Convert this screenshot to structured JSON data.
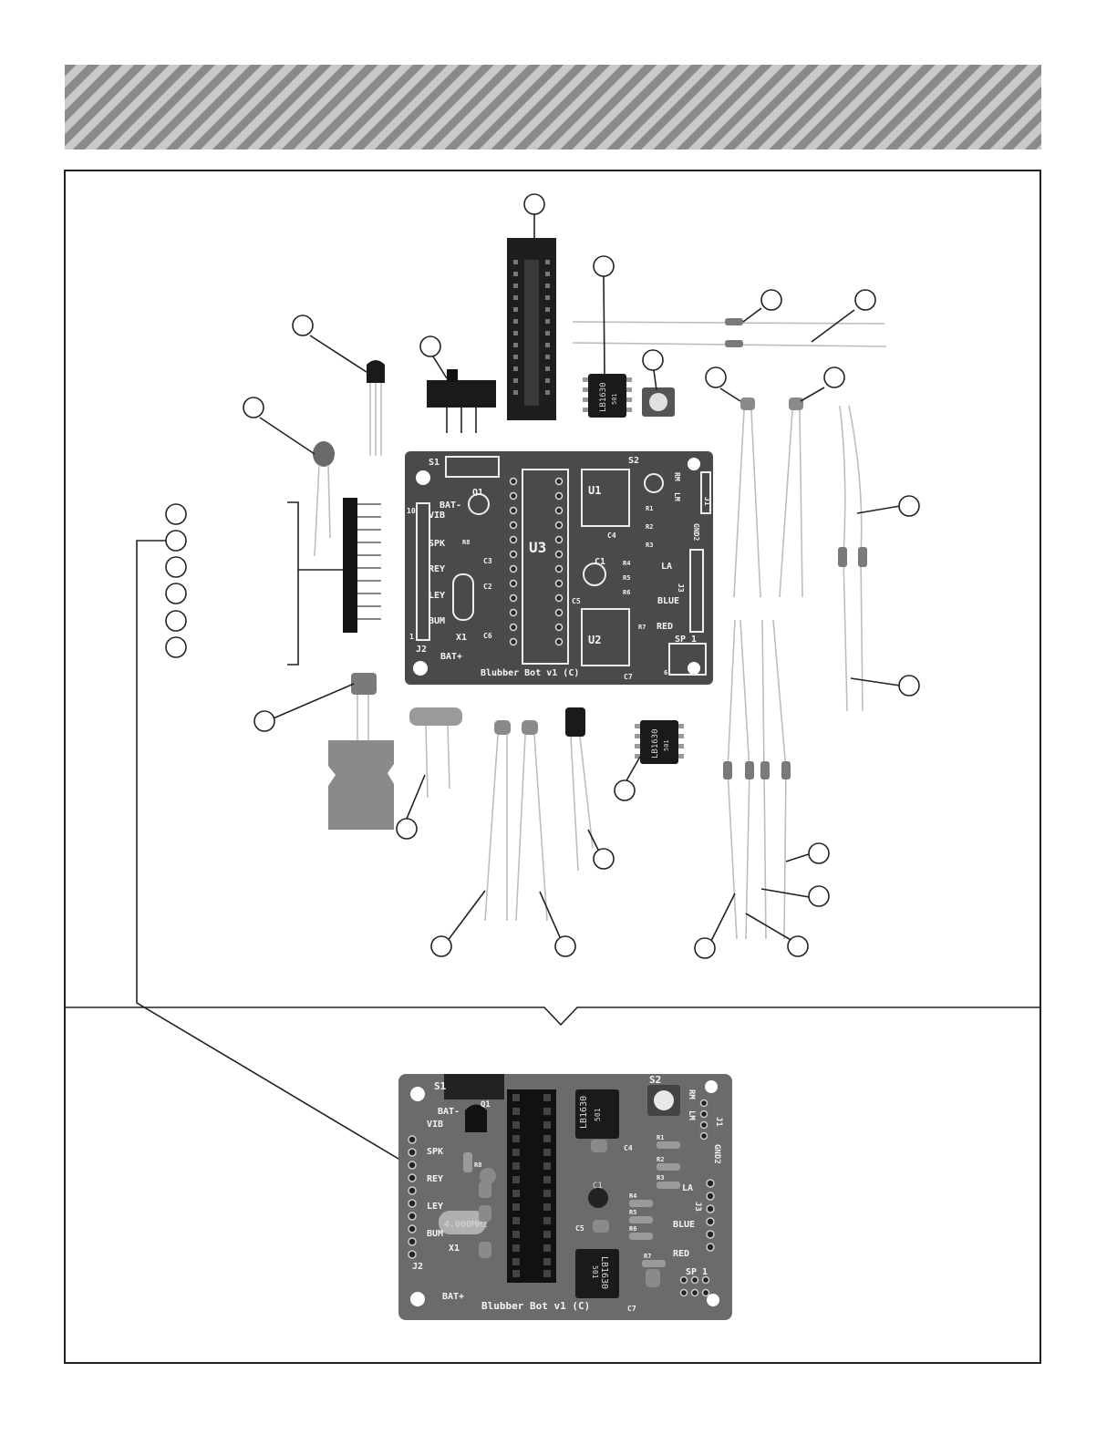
{
  "board_top": {
    "name": "Blubber Bot v1 (C)",
    "labels": {
      "s1": "S1",
      "s2": "S2",
      "q1": "Q1",
      "u1": "U1",
      "u2": "U2",
      "u3": "U3",
      "c1": "C1",
      "c2": "C2",
      "c3": "C3",
      "c4": "C4",
      "c5": "C5",
      "c6": "C6",
      "c7": "C7",
      "x1": "X1",
      "j1": "J1",
      "j2": "J2",
      "j3": "J3",
      "sp1": "SP 1",
      "gnd2": "GND2",
      "rm": "RM",
      "lm": "LM",
      "r1": "R1",
      "r2": "R2",
      "r3": "R3",
      "r4": "R4",
      "r5": "R5",
      "r6": "R6",
      "r7": "R7",
      "r8": "R8",
      "bat_plus": "BAT+",
      "bat_minus": "BAT-",
      "la": "LA",
      "blue": "BLUE",
      "red": "RED",
      "vib": "VIB",
      "spk": "SPK",
      "rey": "REY",
      "ley": "LEY",
      "bum": "BUM",
      "pin1": "1",
      "pin10": "10",
      "pin6": "6"
    }
  },
  "chip_marking": {
    "part": "LB1630",
    "code": "501"
  },
  "board_bottom": {
    "name": "Blubber Bot v1 (C)",
    "crystal_marking": "4.000MHz",
    "cap_marking": "C1",
    "labels": {
      "s1": "S1",
      "s2": "S2",
      "q1": "Q1",
      "x1": "X1",
      "j1": "J1",
      "j2": "J2",
      "j3": "J3",
      "sp1": "SP 1",
      "gnd2": "GND2",
      "rm": "RM",
      "lm": "LM",
      "bat_plus": "BAT+",
      "bat_minus": "BAT-",
      "la": "LA",
      "blue": "BLUE",
      "red": "RED",
      "vib": "VIB",
      "spk": "SPK",
      "rey": "REY",
      "ley": "LEY",
      "bum": "BUM",
      "c4": "C4",
      "c5": "C5",
      "c7": "C7",
      "r1": "R1",
      "r2": "R2",
      "r3": "R3",
      "r4": "R4",
      "r5": "R5",
      "r6": "R6",
      "r7": "R7",
      "r8": "R8"
    }
  }
}
